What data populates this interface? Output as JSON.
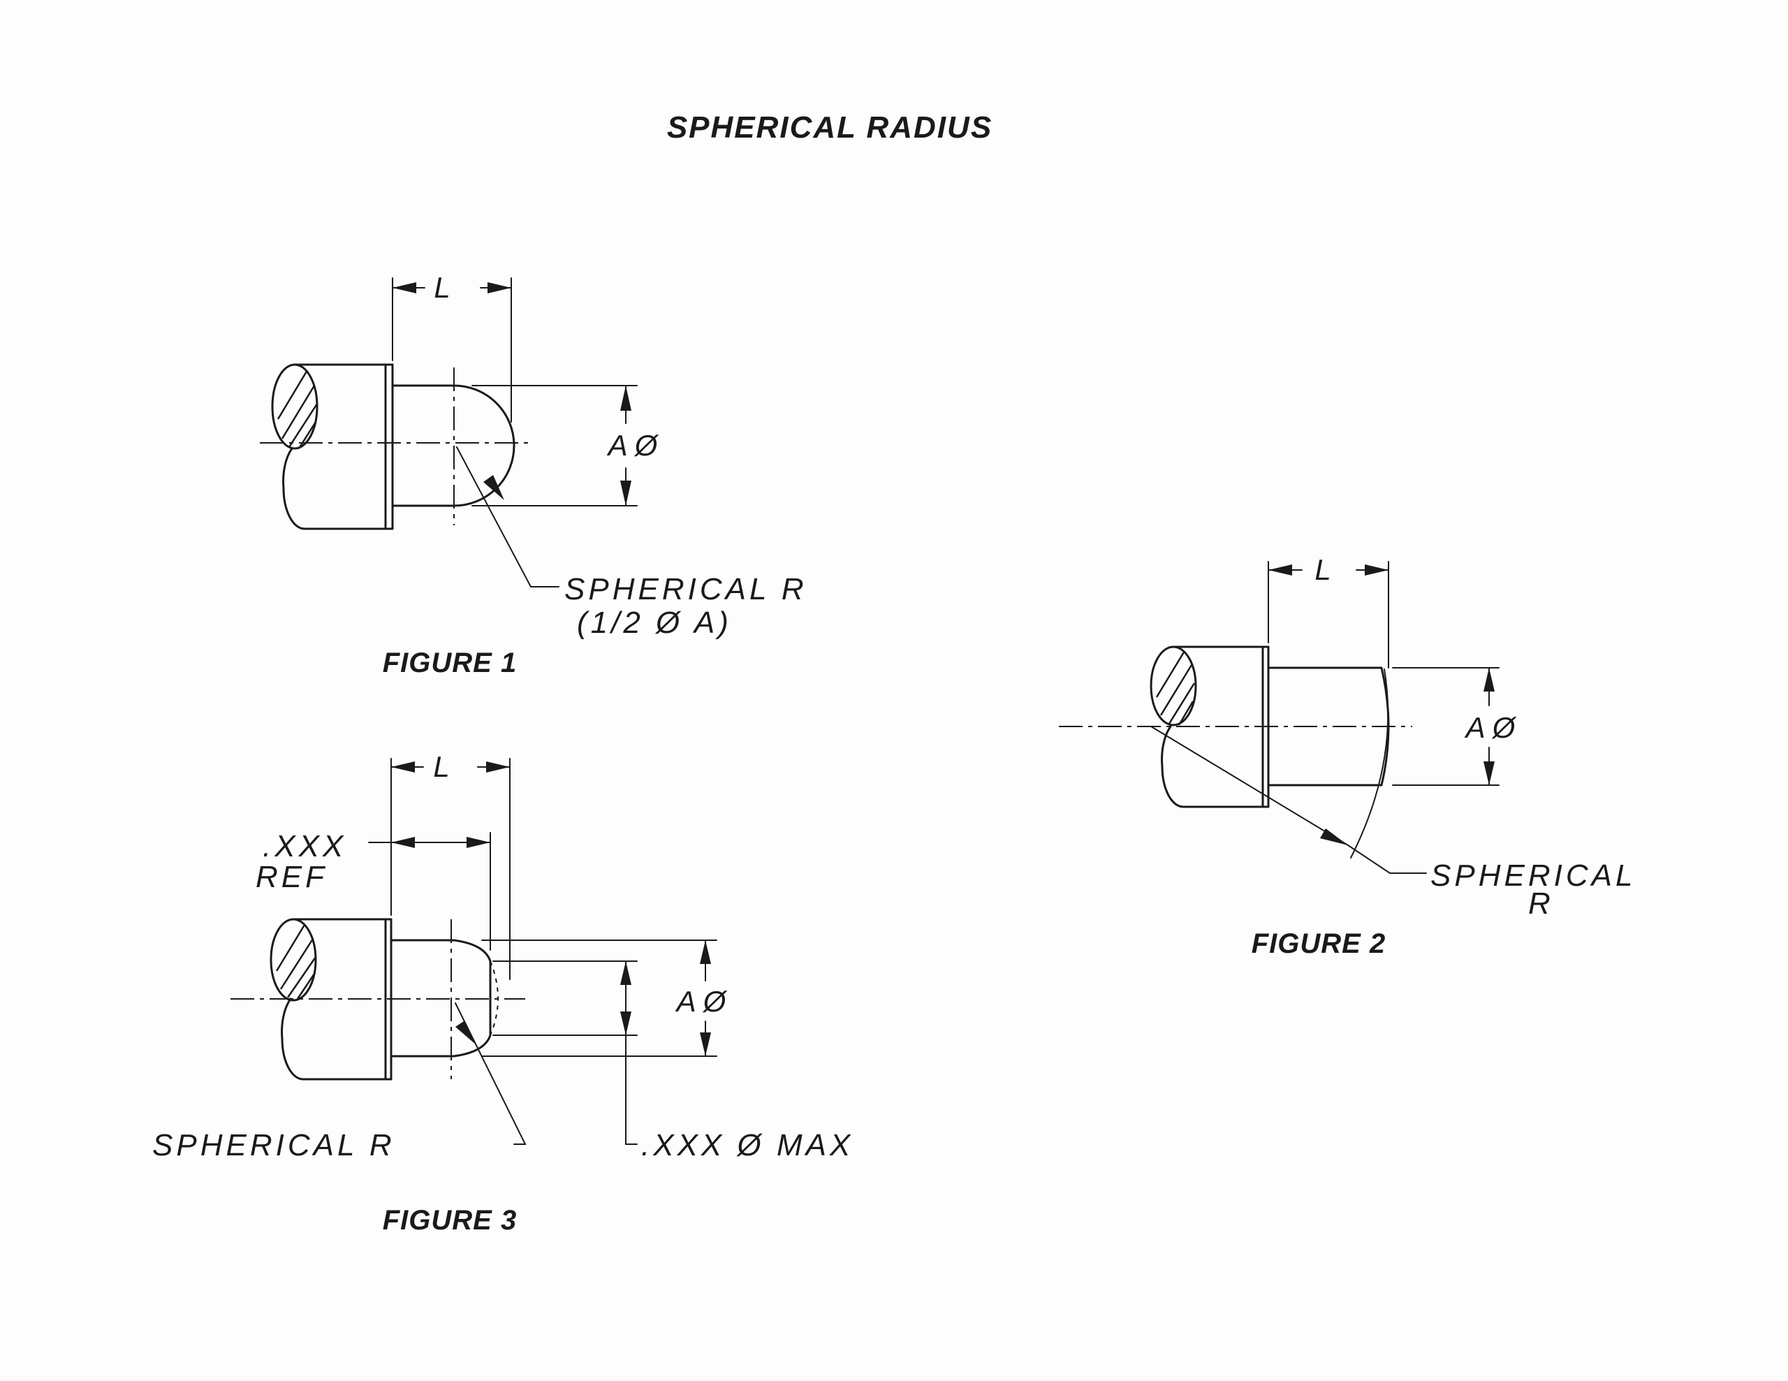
{
  "title": "SPHERICAL RADIUS",
  "figure1": {
    "caption": "FIGURE 1",
    "length_label": "L",
    "diameter_label": "A Ø",
    "note_line1": "SPHERICAL R",
    "note_line2": "(1/2 Ø A)"
  },
  "figure2": {
    "caption": "FIGURE 2",
    "length_label": "L",
    "diameter_label": "A Ø",
    "note_line1": "SPHERICAL",
    "note_line2": "R"
  },
  "figure3": {
    "caption": "FIGURE 3",
    "length_label": "L",
    "diameter_label": "A Ø",
    "ref_line1": ".XXX",
    "ref_line2": "REF",
    "note_radius": "SPHERICAL R",
    "note_max": ".XXX Ø MAX"
  },
  "colors": {
    "ink": "#1a1a1a",
    "paper": "#fdfdfd"
  }
}
